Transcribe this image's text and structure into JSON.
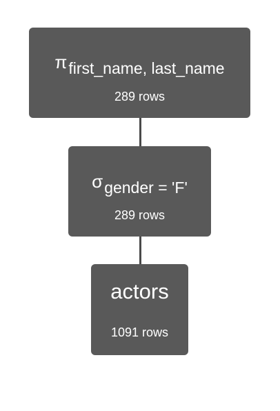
{
  "diagram": {
    "nodes": [
      {
        "id": "projection",
        "symbol": "π",
        "expression": "first_name, last_name",
        "rows": "289 rows"
      },
      {
        "id": "selection",
        "symbol": "σ",
        "expression": "gender = 'F'",
        "rows": "289 rows"
      },
      {
        "id": "relation",
        "name": "actors",
        "rows": "1091 rows"
      }
    ],
    "edges": [
      {
        "from": "projection",
        "to": "selection"
      },
      {
        "from": "selection",
        "to": "relation"
      }
    ]
  }
}
